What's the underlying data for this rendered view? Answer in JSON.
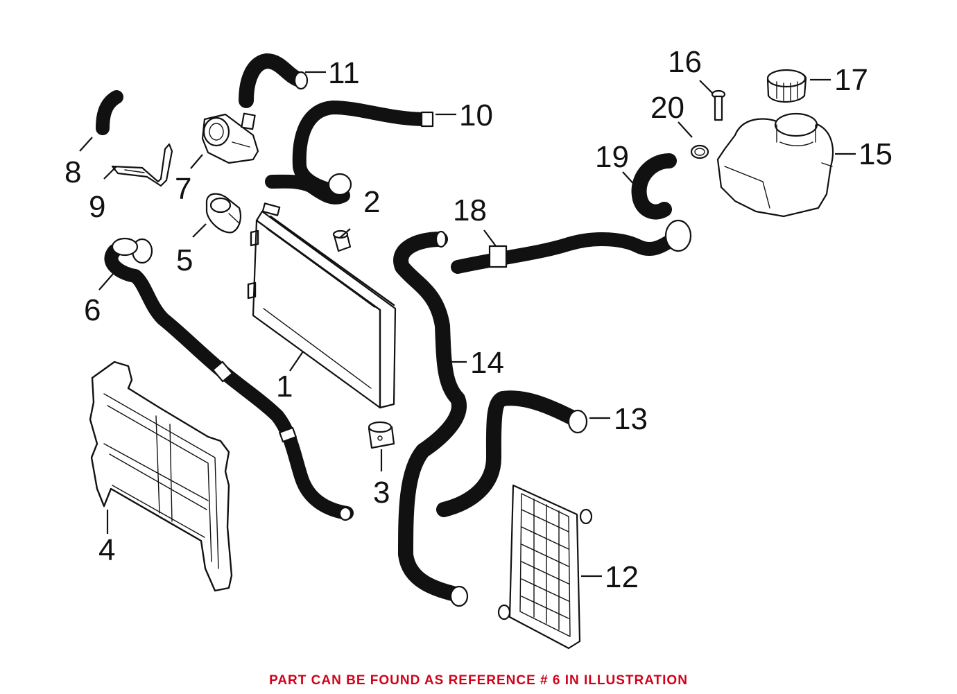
{
  "diagram": {
    "callouts": [
      "1",
      "2",
      "3",
      "4",
      "5",
      "6",
      "7",
      "8",
      "9",
      "10",
      "11",
      "12",
      "13",
      "14",
      "15",
      "16",
      "17",
      "18",
      "19",
      "20"
    ]
  },
  "footer": {
    "note": "PART CAN BE FOUND AS REFERENCE # 6 IN ILLUSTRATION",
    "note_color": "#d0021b"
  }
}
